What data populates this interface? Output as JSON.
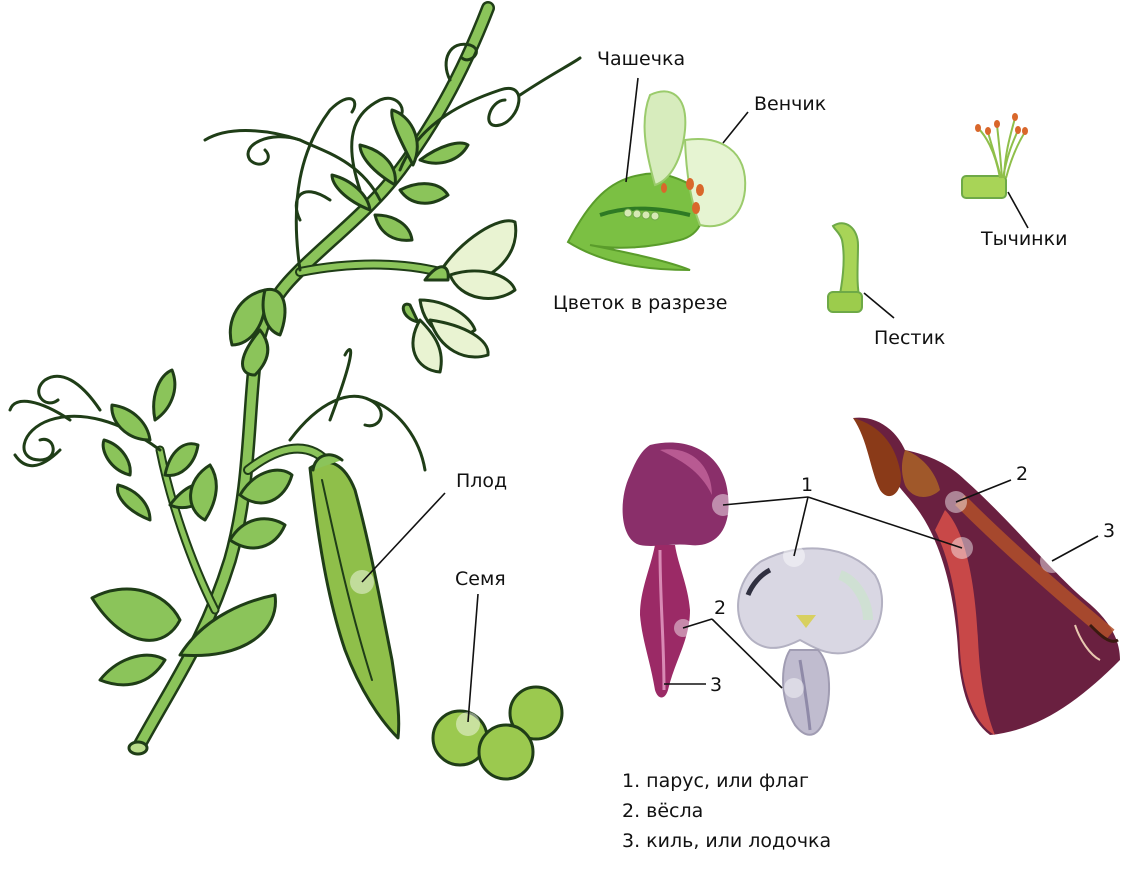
{
  "labels": {
    "calyx": "Чашечка",
    "corolla": "Венчик",
    "flower_section": "Цветок в разрезе",
    "stamens": "Тычинки",
    "pistil": "Пестик",
    "fruit": "Плод",
    "seed": "Семя"
  },
  "numbers": {
    "n1": "1",
    "n2a": "2",
    "n2b": "2",
    "n3a": "3",
    "n3b": "3"
  },
  "legend": [
    "1. парус, или флаг",
    "2. вёсла",
    "3. киль, или лодочка"
  ],
  "colors": {
    "leaf": "#7ab648",
    "leaf_dark": "#1f4d1a",
    "flower": "#e9f3d2",
    "sail": "#8a2f6a",
    "wing": "#d9d7e3",
    "keel": "#5a1838",
    "pod": "#8fbf4a"
  }
}
